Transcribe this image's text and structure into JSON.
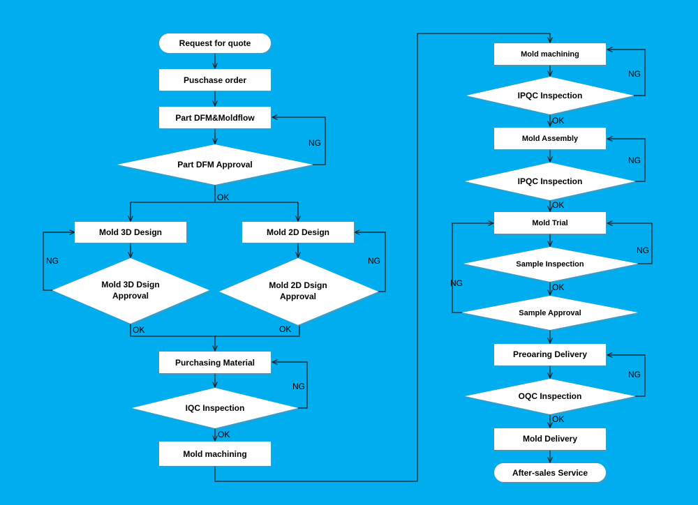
{
  "nodes": {
    "request_quote": "Request for quote",
    "purchase_order": "Puschase order",
    "part_dfm": "Part DFM&Moldflow",
    "part_dfm_approval": "Part DFM Approval",
    "mold_3d_design": "Mold 3D Design",
    "mold_2d_design": "Mold 2D Design",
    "mold_3d_approval_l1": "Mold 3D Dsign",
    "mold_3d_approval_l2": "Approval",
    "mold_2d_approval_l1": "Mold 2D Dsign",
    "mold_2d_approval_l2": "Approval",
    "purchasing_material": "Purchasing Material",
    "iqc_inspection": "IQC Inspection",
    "mold_machining_left": "Mold machining",
    "mold_machining_right": "Mold machining",
    "ipqc_inspection_1": "IPQC Inspection",
    "mold_assembly": "Mold Assembly",
    "ipqc_inspection_2": "IPQC Inspection",
    "mold_trial": "Mold Trial",
    "sample_inspection": "Sample Inspection",
    "sample_approval": "Sample Approval",
    "preparing_delivery": "Preoaring Delivery",
    "oqc_inspection": "OQC Inspection",
    "mold_delivery": "Mold Delivery",
    "after_sales": "After-sales Service"
  },
  "labels": {
    "ng": "NG",
    "ok": "OK"
  }
}
